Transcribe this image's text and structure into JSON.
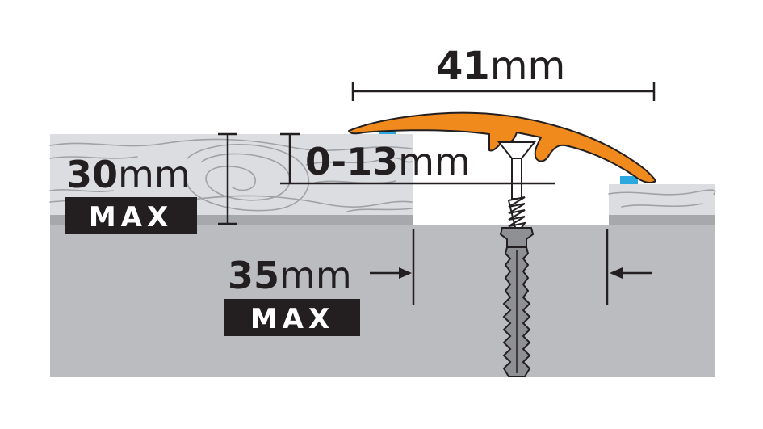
{
  "dimensions": {
    "width_value": "41",
    "width_unit": "mm",
    "height_diff_value": "0-13",
    "height_diff_unit": "mm",
    "floor_thickness_value": "30",
    "floor_thickness_unit": "mm",
    "floor_thickness_badge": "MAX",
    "gap_value": "35",
    "gap_unit": "mm",
    "gap_badge": "MAX"
  },
  "colors": {
    "profile": "#f08a1d",
    "tape": "#2aa8e0",
    "wood": "#dcdde0",
    "wood_grain": "#9fa1a5",
    "subfloor": "#bbbcc0",
    "underlay": "#a7a8ab",
    "ink": "#231f20"
  }
}
